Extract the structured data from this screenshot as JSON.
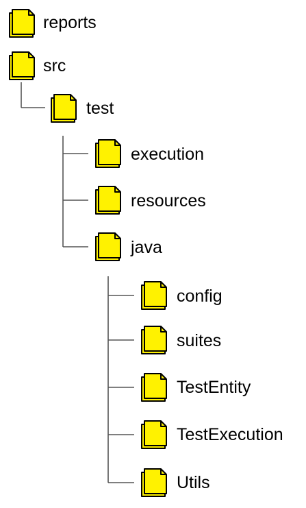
{
  "colors": {
    "folder_fill": "#FFF200",
    "folder_stroke": "#000000",
    "connector": "#555555"
  },
  "tree": [
    {
      "label": "reports",
      "icon": "folder-icon"
    },
    {
      "label": "src",
      "icon": "folder-icon",
      "children": [
        {
          "label": "test",
          "icon": "folder-icon",
          "children": [
            {
              "label": "execution",
              "icon": "folder-icon"
            },
            {
              "label": "resources",
              "icon": "folder-icon"
            },
            {
              "label": "java",
              "icon": "folder-icon",
              "children": [
                {
                  "label": "config",
                  "icon": "folder-icon"
                },
                {
                  "label": "suites",
                  "icon": "folder-icon"
                },
                {
                  "label": "TestEntity",
                  "icon": "folder-icon"
                },
                {
                  "label": "TestExecution",
                  "icon": "folder-icon"
                },
                {
                  "label": "Utils",
                  "icon": "folder-icon"
                }
              ]
            }
          ]
        }
      ]
    }
  ]
}
